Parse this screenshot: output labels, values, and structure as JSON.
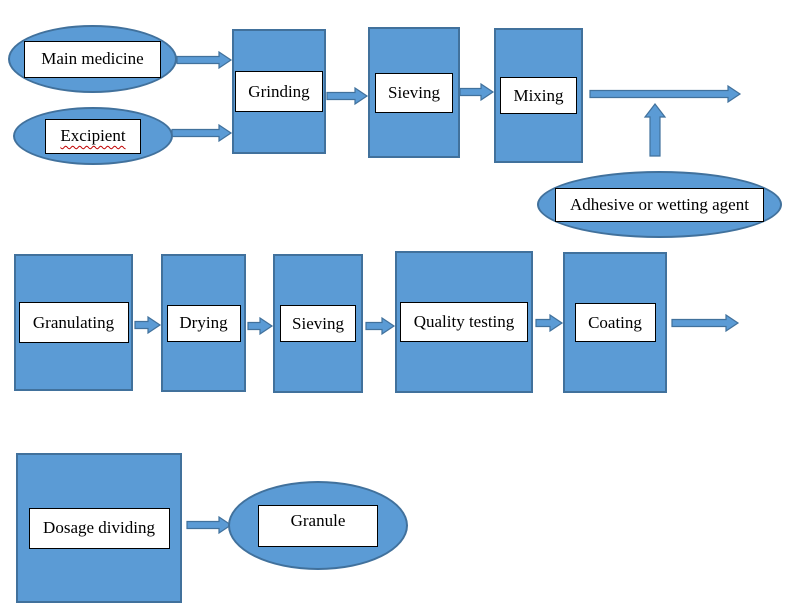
{
  "diagram": {
    "type": "flowchart",
    "colors": {
      "shape_fill": "#5b9bd5",
      "shape_border": "#41719c",
      "label_background": "#ffffff",
      "label_border": "#000000",
      "text_color": "#000000",
      "spellcheck_underline": "#c00000",
      "canvas_background": "#ffffff"
    },
    "nodes": {
      "main_medicine": {
        "label": "Main medicine",
        "shape": "ellipse"
      },
      "excipient": {
        "label": "Excipient",
        "shape": "ellipse",
        "spellcheck_marked": true
      },
      "grinding": {
        "label": "Grinding",
        "shape": "rectangle"
      },
      "sieving_1": {
        "label": "Sieving",
        "shape": "rectangle"
      },
      "mixing": {
        "label": "Mixing",
        "shape": "rectangle"
      },
      "adhesive": {
        "label": "Adhesive or wetting agent",
        "shape": "ellipse"
      },
      "granulating": {
        "label": "Granulating",
        "shape": "rectangle"
      },
      "drying": {
        "label": "Drying",
        "shape": "rectangle"
      },
      "sieving_2": {
        "label": "Sieving",
        "shape": "rectangle"
      },
      "quality_testing": {
        "label": "Quality testing",
        "shape": "rectangle"
      },
      "coating": {
        "label": "Coating",
        "shape": "rectangle"
      },
      "dosage_dividing": {
        "label": "Dosage dividing",
        "shape": "rectangle"
      },
      "granule": {
        "label": "Granule",
        "shape": "ellipse"
      }
    },
    "edges": [
      {
        "from": "main_medicine",
        "to": "grinding",
        "direction": "right"
      },
      {
        "from": "excipient",
        "to": "grinding",
        "direction": "right"
      },
      {
        "from": "grinding",
        "to": "sieving_1",
        "direction": "right"
      },
      {
        "from": "sieving_1",
        "to": "mixing",
        "direction": "right"
      },
      {
        "from": "mixing",
        "to": "(next row)",
        "direction": "right"
      },
      {
        "from": "adhesive",
        "to": "mixing output",
        "direction": "up"
      },
      {
        "from": "granulating",
        "to": "drying",
        "direction": "right"
      },
      {
        "from": "drying",
        "to": "sieving_2",
        "direction": "right"
      },
      {
        "from": "sieving_2",
        "to": "quality_testing",
        "direction": "right"
      },
      {
        "from": "quality_testing",
        "to": "coating",
        "direction": "right"
      },
      {
        "from": "coating",
        "to": "(next row)",
        "direction": "right"
      },
      {
        "from": "dosage_dividing",
        "to": "granule",
        "direction": "right"
      }
    ]
  }
}
